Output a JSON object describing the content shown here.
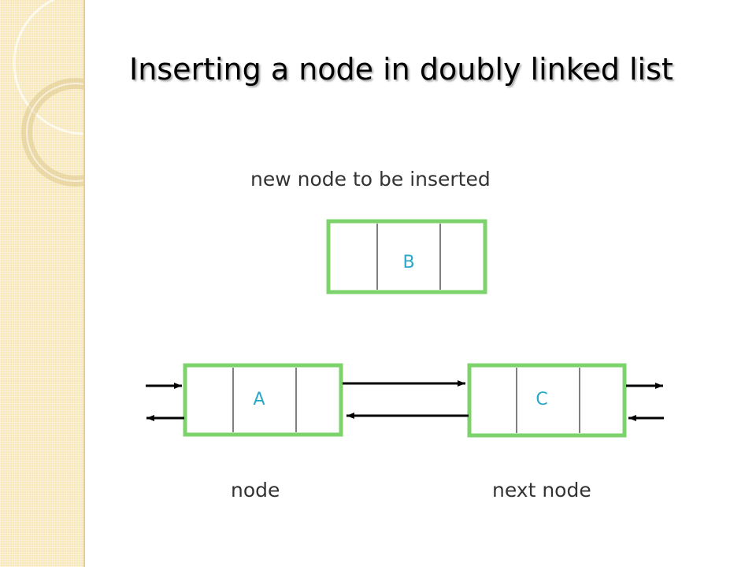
{
  "slide": {
    "title": "Inserting a node in doubly linked list"
  },
  "diagram": {
    "new_node_caption": "new node to be inserted",
    "nodes": {
      "new": {
        "data": "B"
      },
      "current": {
        "data": "A",
        "caption": "node"
      },
      "next": {
        "data": "C",
        "caption": "next node"
      }
    },
    "colors": {
      "node_border": "#7dd36b",
      "node_letter": "#2aa6c9",
      "arrow": "#000000",
      "sidebar": "#f6e6b8"
    }
  }
}
